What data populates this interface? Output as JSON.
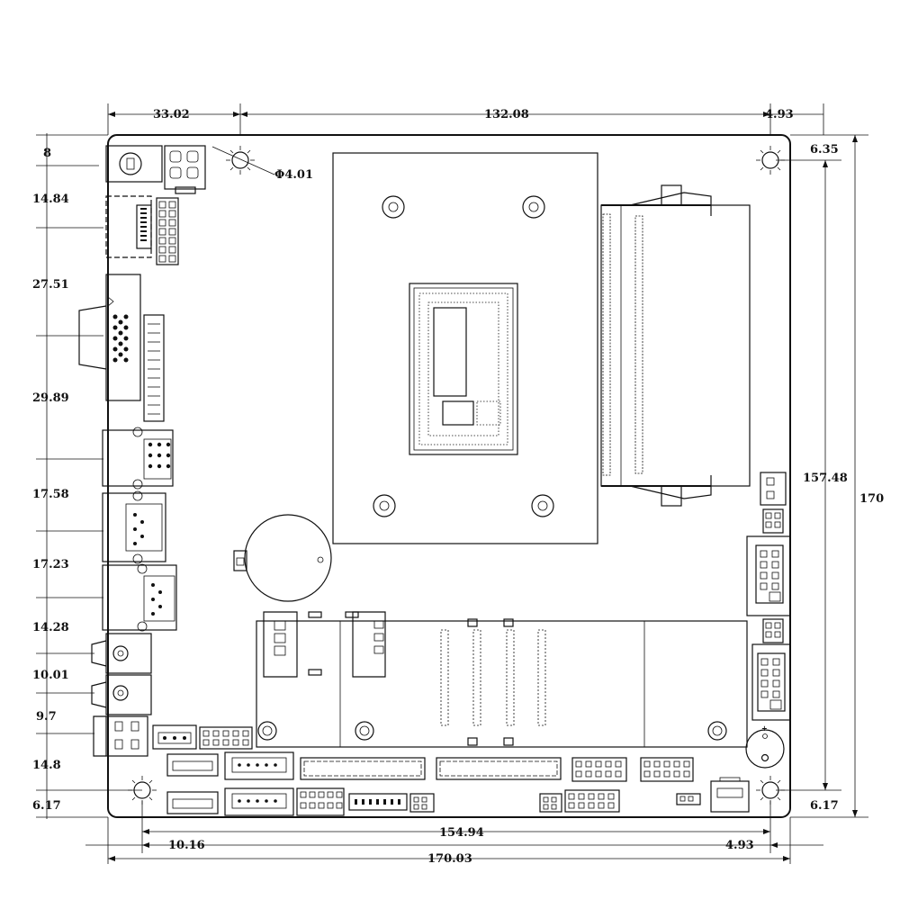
{
  "diagram": {
    "top_dimensions": {
      "left_offset": "33.02",
      "middle": "132.08",
      "right_offset": "4.93"
    },
    "hole_label": "Φ4.01",
    "left_dimensions": [
      "8",
      "14.84",
      "27.51",
      "29.89",
      "17.58",
      "17.23",
      "14.28",
      "10.01",
      "9.7",
      "14.8",
      "6.17"
    ],
    "right_dimensions": {
      "top_hole": "6.35",
      "inner_height": "157.48",
      "outer_height": "170",
      "bottom_hole": "6.17"
    },
    "bottom_dimensions": {
      "inner_width": "154.94",
      "left_offset": "10.16",
      "right_offset": "4.93",
      "overall_width": "170.03"
    }
  }
}
